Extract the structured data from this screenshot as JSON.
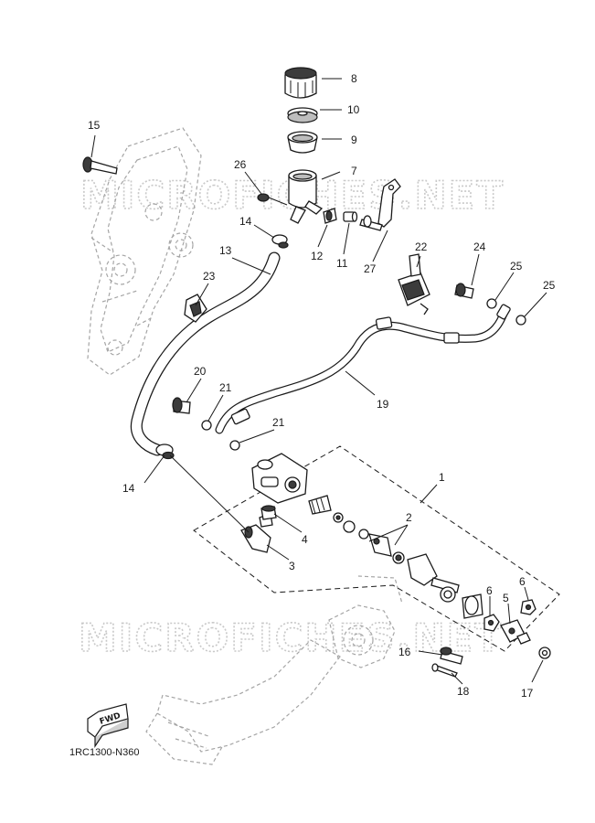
{
  "watermark": {
    "top": "MICROFICHES.NET",
    "bottom": "MICROFICHES.NET"
  },
  "callouts": [
    {
      "id": "c8",
      "label": "8"
    },
    {
      "id": "c10",
      "label": "10"
    },
    {
      "id": "c9",
      "label": "9"
    },
    {
      "id": "c7",
      "label": "7"
    },
    {
      "id": "c15",
      "label": "15"
    },
    {
      "id": "c26",
      "label": "26"
    },
    {
      "id": "c14a",
      "label": "14"
    },
    {
      "id": "c12",
      "label": "12"
    },
    {
      "id": "c11",
      "label": "11"
    },
    {
      "id": "c27",
      "label": "27"
    },
    {
      "id": "c13",
      "label": "13"
    },
    {
      "id": "c22",
      "label": "22"
    },
    {
      "id": "c24",
      "label": "24"
    },
    {
      "id": "c25a",
      "label": "25"
    },
    {
      "id": "c25b",
      "label": "25"
    },
    {
      "id": "c23",
      "label": "23"
    },
    {
      "id": "c20",
      "label": "20"
    },
    {
      "id": "c21a",
      "label": "21"
    },
    {
      "id": "c19",
      "label": "19"
    },
    {
      "id": "c21b",
      "label": "21"
    },
    {
      "id": "c1",
      "label": "1"
    },
    {
      "id": "c14b",
      "label": "14"
    },
    {
      "id": "c2",
      "label": "2"
    },
    {
      "id": "c4",
      "label": "4"
    },
    {
      "id": "c3",
      "label": "3"
    },
    {
      "id": "c6a",
      "label": "6"
    },
    {
      "id": "c6b",
      "label": "6"
    },
    {
      "id": "c5",
      "label": "5"
    },
    {
      "id": "c16",
      "label": "16"
    },
    {
      "id": "c17",
      "label": "17"
    },
    {
      "id": "c18",
      "label": "18"
    }
  ],
  "fwd_label": "FWD",
  "reference_code": "1RC1300-N360"
}
